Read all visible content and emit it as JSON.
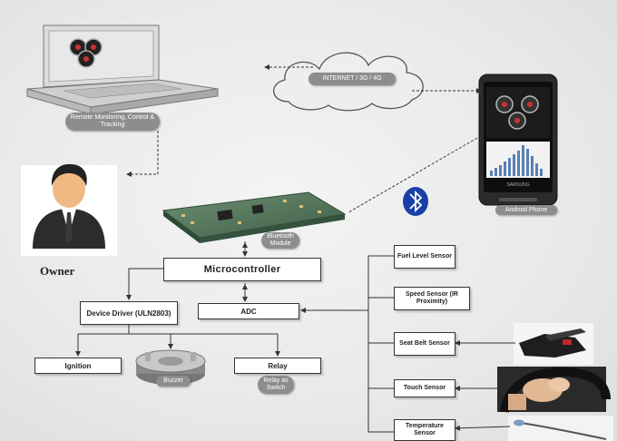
{
  "owner_label": "Owner",
  "remote_label": "Remote Monitoring, Control & Tracking",
  "internet_label": "INTERNET / 3G / 4G",
  "android_label": "Android Phone",
  "phone_brand": "SAMSUNG",
  "bluetooth_module_label": "Bluetooth Module",
  "microcontroller_label": "Microcontroller",
  "adc_label": "ADC",
  "device_driver_label": "Device Driver (ULN2803)",
  "ignition_label": "Ignition",
  "relay_label": "Relay",
  "buzzer_label": "Buzzer",
  "relay_switch_label": "Relay as Switch",
  "sensors": {
    "fuel": "Fuel Level Sensor",
    "speed": "Speed Sensor (IR Proximity)",
    "seatbelt": "Seat Belt Sensor",
    "touch": "Touch Sensor",
    "temperature": "Temperature Sensor"
  },
  "colors": {
    "pill": "#8d8d8d",
    "bluetooth": "#1a3fa8",
    "lines": "#333333"
  }
}
